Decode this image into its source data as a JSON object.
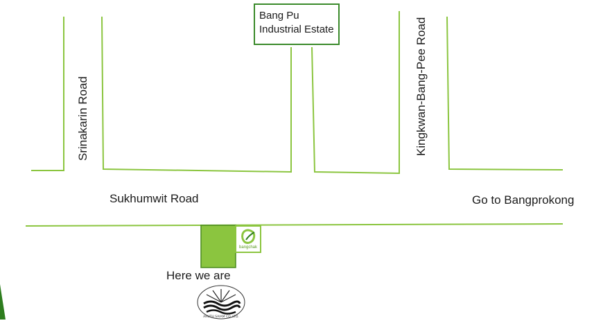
{
  "map": {
    "estate_label_line1": "Bang Pu",
    "estate_label_line2": "Industrial Estate",
    "road_srinakarin": "Srinakarin Road",
    "road_kingkwan": "Kingkwan-Bang-Pee Road",
    "road_sukhumwit": "Sukhumwit Road",
    "direction_label": "Go to Bangprokong",
    "here_label": "Here we are",
    "station_brand": "bangchak",
    "seal_brand": "ARUTH SAIAM CO. LTD."
  },
  "colors": {
    "road": "#8bc53f",
    "building": "#8bc53f",
    "building_border": "#4a8a1e",
    "estate_border": "#3a8a2a",
    "accent": "#2e7d1e"
  }
}
